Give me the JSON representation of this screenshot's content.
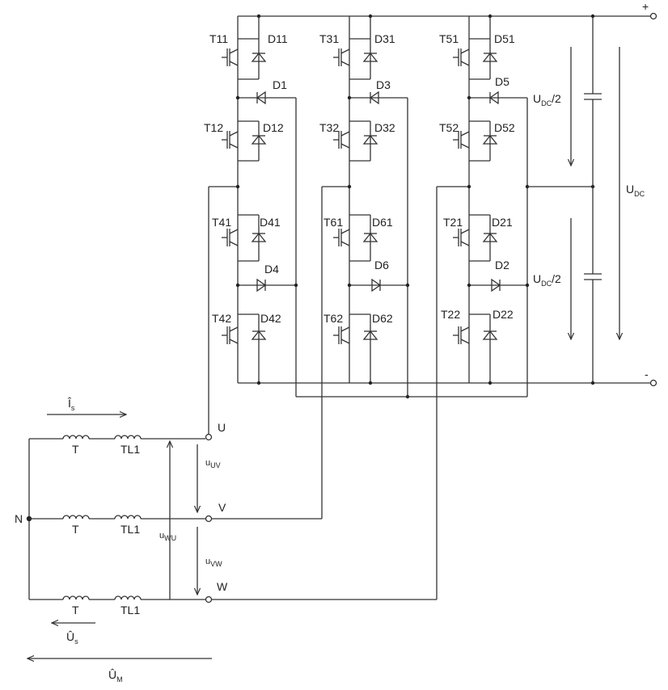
{
  "components": {
    "T11": "T11",
    "D11": "D11",
    "D1": "D1",
    "T12": "T12",
    "D12": "D12",
    "T41": "T41",
    "D41": "D41",
    "D4": "D4",
    "T42": "T42",
    "D42": "D42",
    "T31": "T31",
    "D31": "D31",
    "D3": "D3",
    "T32": "T32",
    "D32": "D32",
    "T61": "T61",
    "D61": "D61",
    "D6": "D6",
    "T62": "T62",
    "D62": "D62",
    "T51": "T51",
    "D51": "D51",
    "D5": "D5",
    "T52": "T52",
    "D52": "D52",
    "T21": "T21",
    "D21": "D21",
    "D2": "D2",
    "T22": "T22",
    "D22": "D22"
  },
  "dc": {
    "plus": "+",
    "minus": "-",
    "udc_main": "U",
    "udc_sub": "DC",
    "half_main": "U",
    "half_sub": "DC",
    "half_suffix": "/2"
  },
  "phases": {
    "U": "U",
    "V": "V",
    "W": "W",
    "N": "N"
  },
  "inductors": {
    "T": "T",
    "TL1": "TL1"
  },
  "voltages": {
    "uUV_main": "u",
    "uUV_sub": "UV",
    "uVW_main": "u",
    "uVW_sub": "VW",
    "uWU_main": "u",
    "uWU_sub": "WU"
  },
  "currents": {
    "Is_main": "Î",
    "Is_sub": "s",
    "Us_main": "Û",
    "Us_sub": "s",
    "UM_main": "Û",
    "UM_sub": "M"
  }
}
